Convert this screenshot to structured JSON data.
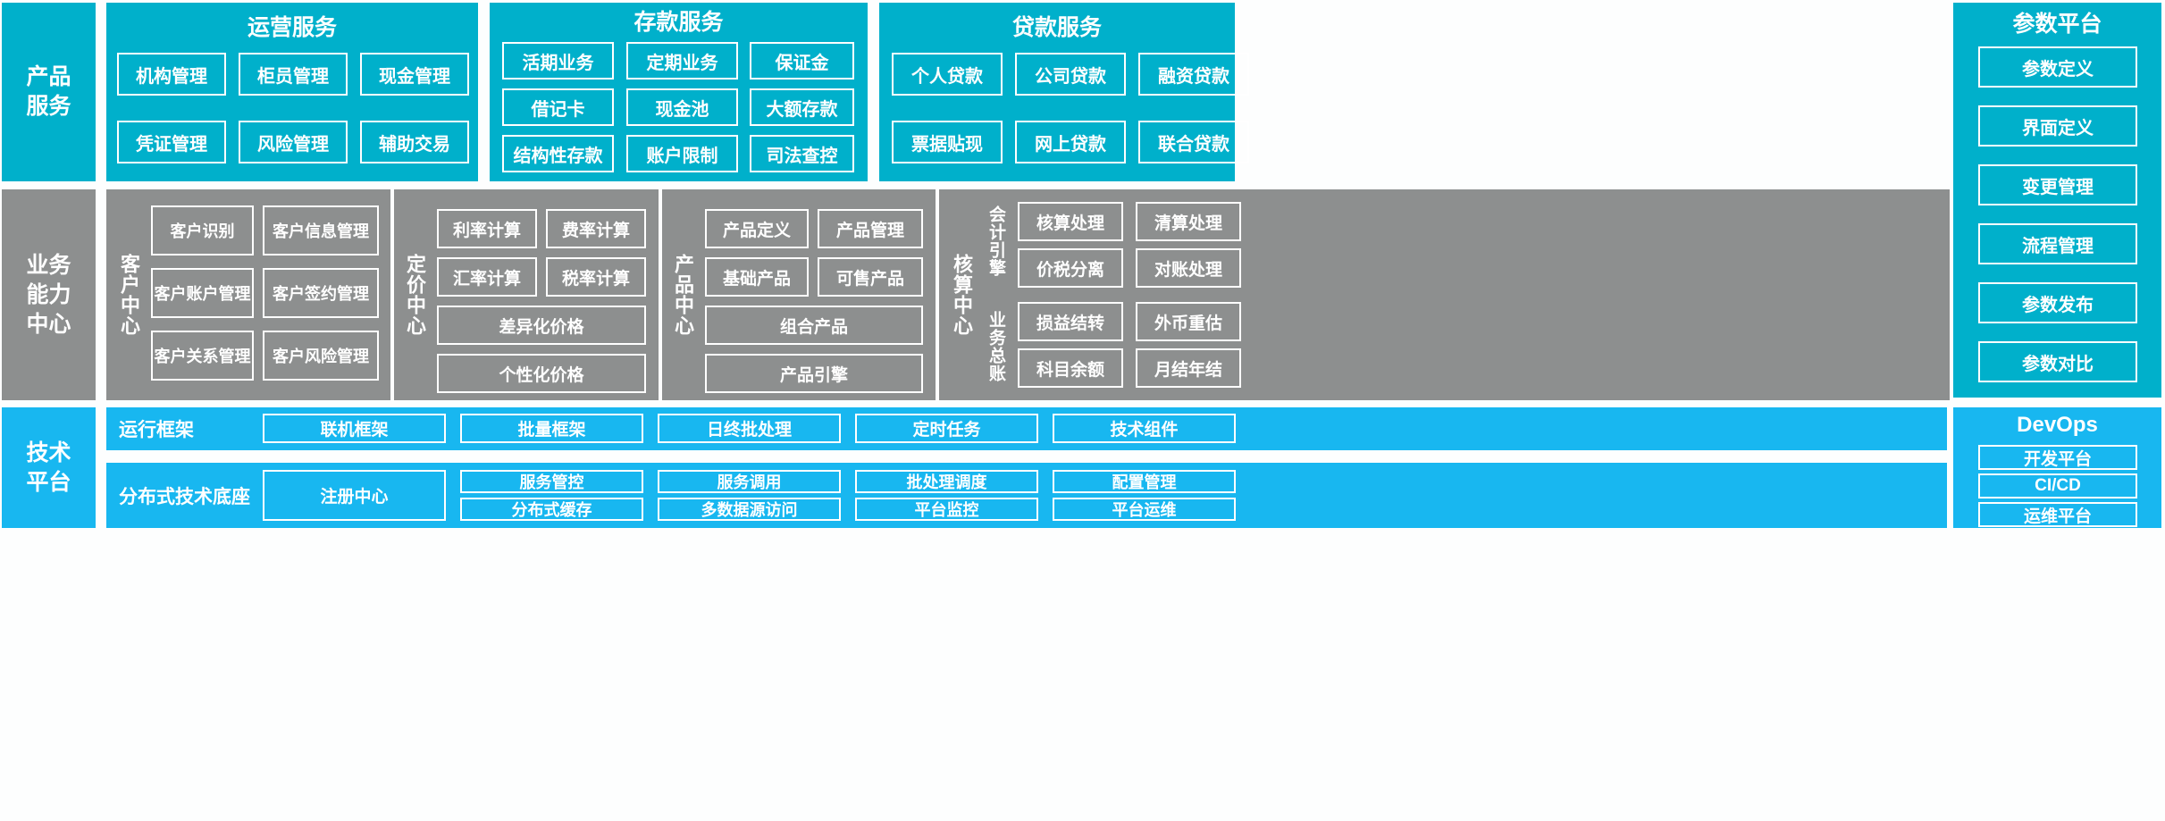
{
  "diagram": {
    "title": "Banking core system architecture",
    "colors": {
      "product_service_teal": "#00b0cb",
      "business_capability_gray": "#8d8f8f",
      "technical_platform_blue": "#18b7f0",
      "tile_border": "#ffffff",
      "background": "#fdfefe"
    }
  },
  "rows": {
    "product_service": {
      "label": "产品\n服务",
      "label_lines": [
        "产品",
        "服务"
      ],
      "groups": [
        {
          "name": "operation-services",
          "title": "运营服务",
          "tiles": [
            "机构管理",
            "柜员管理",
            "现金管理",
            "凭证管理",
            "风险管理",
            "辅助交易"
          ]
        },
        {
          "name": "deposit-services",
          "title": "存款服务",
          "tiles": [
            "活期业务",
            "定期业务",
            "保证金",
            "借记卡",
            "现金池",
            "大额存款",
            "结构性存款",
            "账户限制",
            "司法查控"
          ]
        },
        {
          "name": "loan-services",
          "title": "贷款服务",
          "tiles": [
            "个人贷款",
            "公司贷款",
            "融资贷款",
            "票据贴现",
            "网上贷款",
            "联合贷款"
          ]
        }
      ]
    },
    "business_capability": {
      "label_lines": [
        "业务",
        "能力",
        "中心"
      ],
      "groups": [
        {
          "name": "customer-center",
          "side_label": "客户中心",
          "tiles": [
            "客户识别",
            "客户信息管理",
            "客户账户管理",
            "客户签约管理",
            "客户关系管理",
            "客户风险管理"
          ]
        },
        {
          "name": "pricing-center",
          "side_label": "定价中心",
          "tiles": [
            "利率计算",
            "费率计算",
            "汇率计算",
            "税率计算"
          ],
          "wide_tiles": [
            "差异化价格",
            "个性化价格"
          ]
        },
        {
          "name": "product-center",
          "side_label": "产品中心",
          "tiles": [
            "产品定义",
            "产品管理",
            "基础产品",
            "可售产品"
          ],
          "wide_tiles": [
            "组合产品",
            "产品引擎"
          ]
        },
        {
          "name": "accounting-center",
          "side_label": "核算中心",
          "sub_label_top": "会计引擎",
          "sub_label_bottom": "业务总账",
          "tiles_top": [
            "核算处理",
            "清算处理",
            "价税分离",
            "对账处理"
          ],
          "tiles_bottom": [
            "损益结转",
            "外币重估",
            "科目余额",
            "月结年结"
          ]
        }
      ]
    },
    "technical_platform": {
      "label_lines": [
        "技术",
        "平台"
      ],
      "bands": [
        {
          "name": "runtime-framework",
          "label": "运行框架",
          "tiles": [
            "联机框架",
            "批量框架",
            "日终批处理",
            "定时任务",
            "技术组件"
          ]
        },
        {
          "name": "distributed-base",
          "label": "分布式技术底座",
          "anchor_tile": "注册中心",
          "tiles_row1": [
            "服务管控",
            "服务调用",
            "批处理调度",
            "配置管理"
          ],
          "tiles_row2": [
            "分布式缓存",
            "多数据源访问",
            "平台监控",
            "平台运维"
          ]
        }
      ]
    }
  },
  "sidebars": {
    "parameter_platform": {
      "title": "参数平台",
      "items": [
        "参数定义",
        "界面定义",
        "变更管理",
        "流程管理",
        "参数发布",
        "参数对比"
      ]
    },
    "devops": {
      "title": "DevOps",
      "items": [
        "开发平台",
        "CI/CD",
        "运维平台"
      ]
    }
  }
}
